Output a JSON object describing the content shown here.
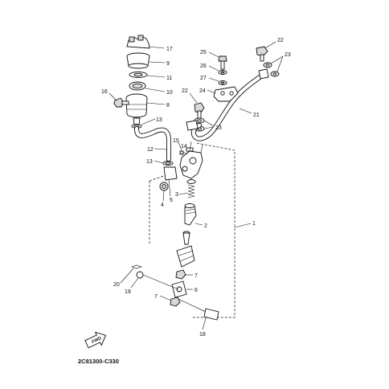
{
  "diagram": {
    "code": "2C81300-C330",
    "fwd_label": "FWD",
    "callouts": {
      "c1": "1",
      "c2": "2",
      "c3": "3",
      "c4": "4",
      "c5": "5",
      "c6": "6",
      "c7a": "7",
      "c7b": "7",
      "c8": "8",
      "c9": "9",
      "c10": "10",
      "c11": "11",
      "c12": "12",
      "c13a": "13",
      "c13b": "13",
      "c14": "14",
      "c15": "15",
      "c16": "16",
      "c17": "17",
      "c18": "18",
      "c19": "19",
      "c20": "20",
      "c21": "21",
      "c22a": "22",
      "c22b": "22",
      "c23a": "23",
      "c23b": "23",
      "c24": "24",
      "c25": "25",
      "c26": "26",
      "c27": "27"
    }
  }
}
